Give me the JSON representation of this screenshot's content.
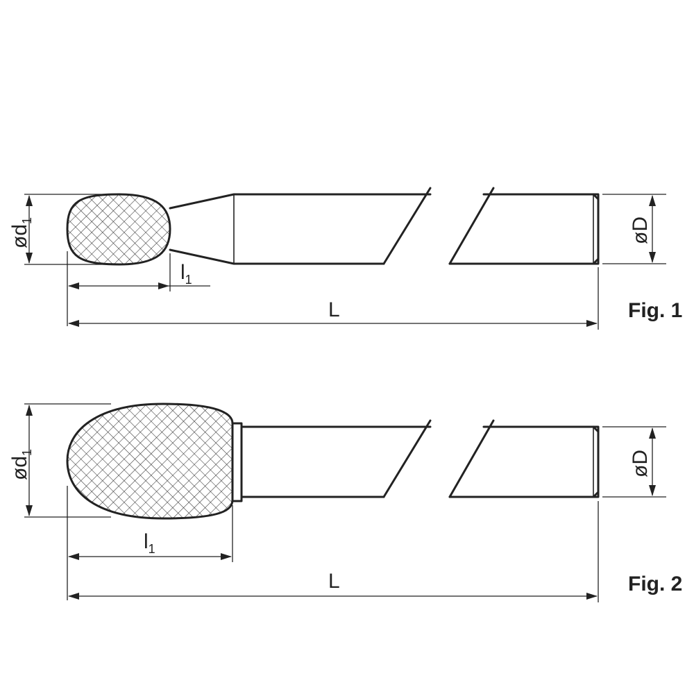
{
  "figures": [
    {
      "caption": "Fig. 1",
      "labels": {
        "head_diameter": "ød",
        "head_diameter_sub": "1",
        "head_length": "l",
        "head_length_sub": "1",
        "total_length": "L",
        "shank_diameter": "øD"
      }
    },
    {
      "caption": "Fig. 2",
      "labels": {
        "head_diameter": "ød",
        "head_diameter_sub": "1",
        "head_length": "l",
        "head_length_sub": "1",
        "total_length": "L",
        "shank_diameter": "øD"
      }
    }
  ]
}
